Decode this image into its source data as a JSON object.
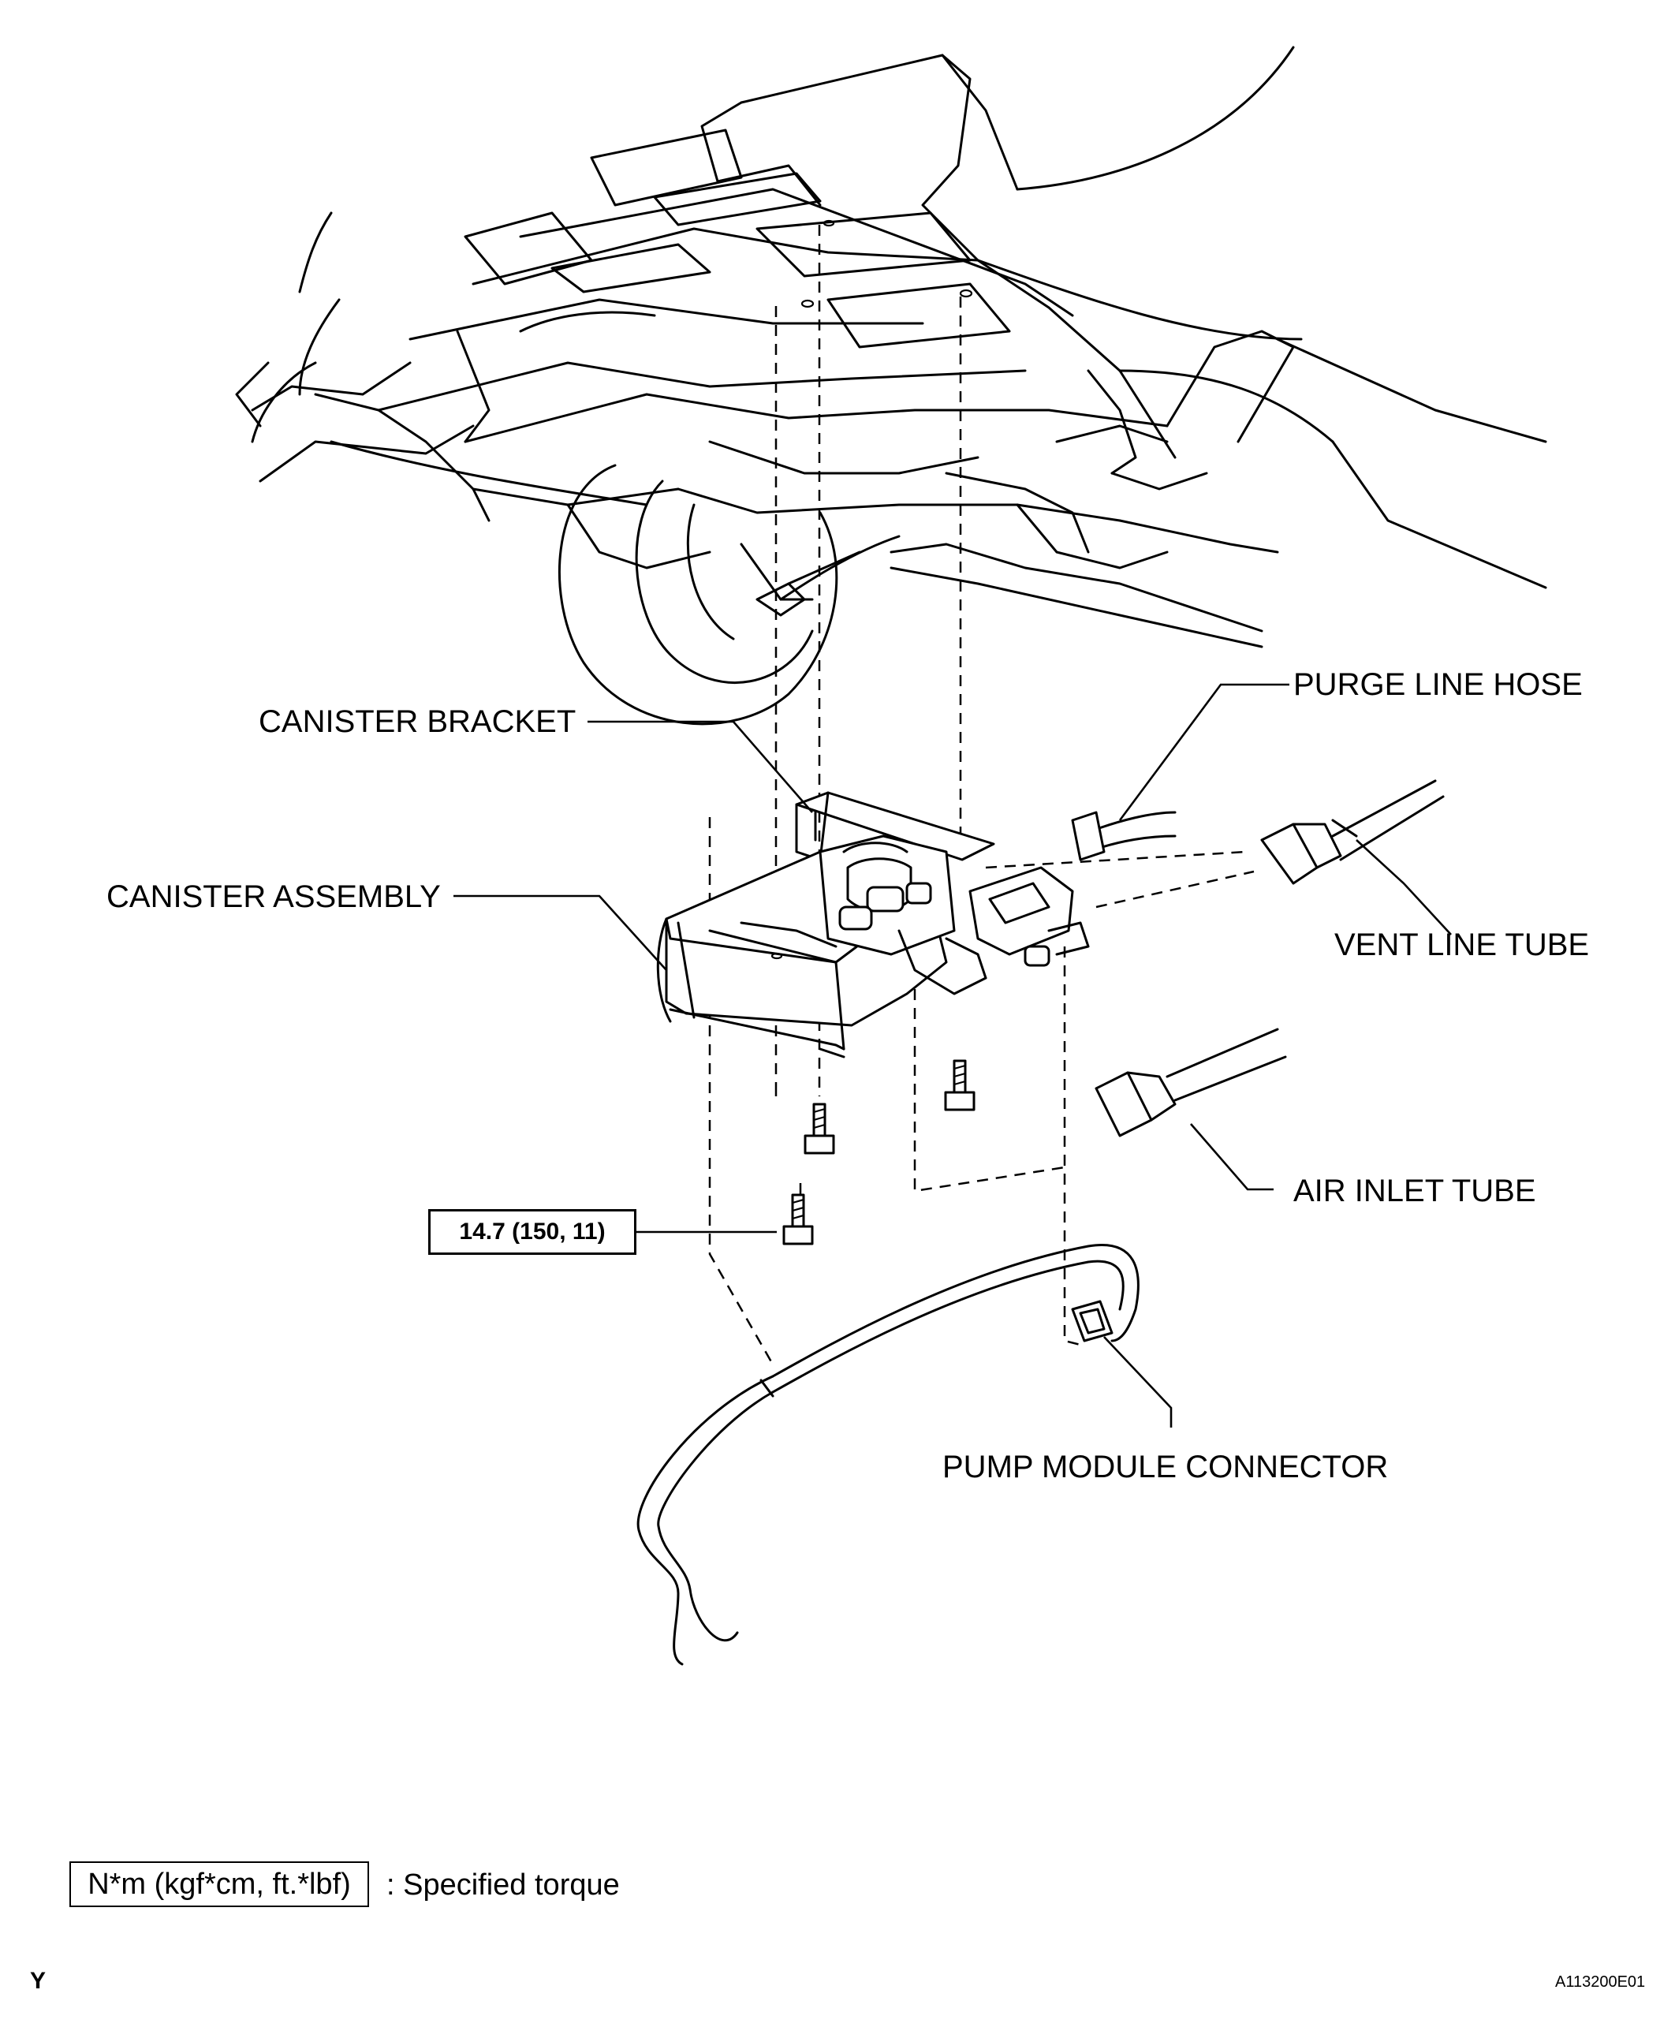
{
  "callouts": {
    "purge_line_hose": "PURGE LINE HOSE",
    "canister_bracket": "CANISTER BRACKET",
    "canister_assembly": "CANISTER ASSEMBLY",
    "vent_line_tube": "VENT LINE TUBE",
    "air_inlet_tube": "AIR INLET TUBE",
    "pump_module_connector": "PUMP MODULE CONNECTOR"
  },
  "torque_spec": "14.7 (150, 11)",
  "legend": {
    "unit_box": "N*m (kgf*cm, ft.*lbf)",
    "description": ": Specified torque"
  },
  "corner_mark": "Y",
  "figure_id": "A113200E01"
}
